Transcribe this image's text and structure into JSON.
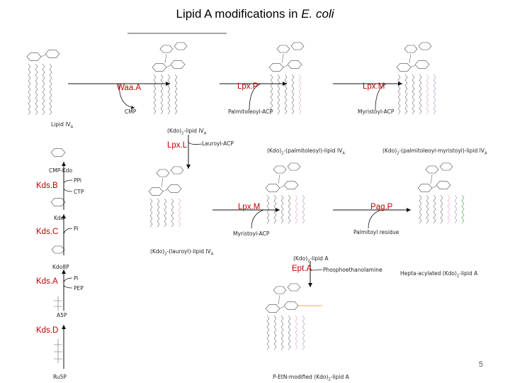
{
  "title": {
    "main": "Lipid A modifications in",
    "italic": "E. coli"
  },
  "colors": {
    "enzyme": "#c00000",
    "arrow": "#111111",
    "structure": "#666666",
    "pink": "#e59ab4",
    "purple": "#9b8bc9",
    "orange": "#e8902a",
    "green": "#2e9a3e"
  },
  "enzymes": {
    "waaa": "Waa.A",
    "lpxp": "Lpx.P",
    "lpxm_top": "Lpx.M",
    "lpxl": "Lpx.L",
    "lpxm_mid": "Lpx.M",
    "pagp": "Pag.P",
    "epta": "Ept.A",
    "kdsb": "Kds.B",
    "kdsc": "Kds.C",
    "kdsa": "Kds.A",
    "kdsd": "Kds.D"
  },
  "labels": {
    "cmp": "CMP",
    "palmitoleoyl_acp": "Palmitoleoyl-ACP",
    "myristoyl_acp_top": "Myristoyl-ACP",
    "lipid_iva": "Lipid IV",
    "lipid_iva_sub": "A",
    "kdo2_lipid_iva": "(Kdo)",
    "kdo2_lipid_iva_rest": "-lipid IV",
    "lauroyl_acp": "Lauroyl-ACP",
    "kdo2_palmitoleoyl": "(Kdo)",
    "kdo2_palmitoleoyl_rest": "-(palmitoleoyl)-lipid IV",
    "kdo2_palm_myr": "(Kdo)",
    "kdo2_palm_myr_rest": "-(palmitoleoyl-myristoyl)-lipid IV",
    "cmp_kdo": "CMP-Kdo",
    "ppi": "PPi",
    "ctp": "CTP",
    "myristoyl_acp_mid": "Myristoyl-ACP",
    "palmitoyl_residue": "Palmitoyl residue",
    "kdo": "Kdo",
    "pi_kdsc": "Pi",
    "kdo2_lauroyl": "(Kdo)",
    "kdo2_lauroyl_rest": "-(lauroyl)-lipid IV",
    "kdo2_lipid_a": "(Kdo)",
    "kdo2_lipid_a_rest": "-lipid A",
    "phosphoethanolamine": "Phosphoethanolamine",
    "hepta_acylated": "Hepta-acylated (Kdo)",
    "hepta_acylated_rest": "-lipid A",
    "kdo8p": "Kdo8P",
    "pi_kdsa": "Pi",
    "pep": "PEP",
    "a5p": "A5P",
    "ru5p": "Ru5P",
    "petn_modified": "P-EtN-modified (Kdo)",
    "petn_modified_rest": "-lipid A",
    "two": "2"
  },
  "page_number": "5"
}
